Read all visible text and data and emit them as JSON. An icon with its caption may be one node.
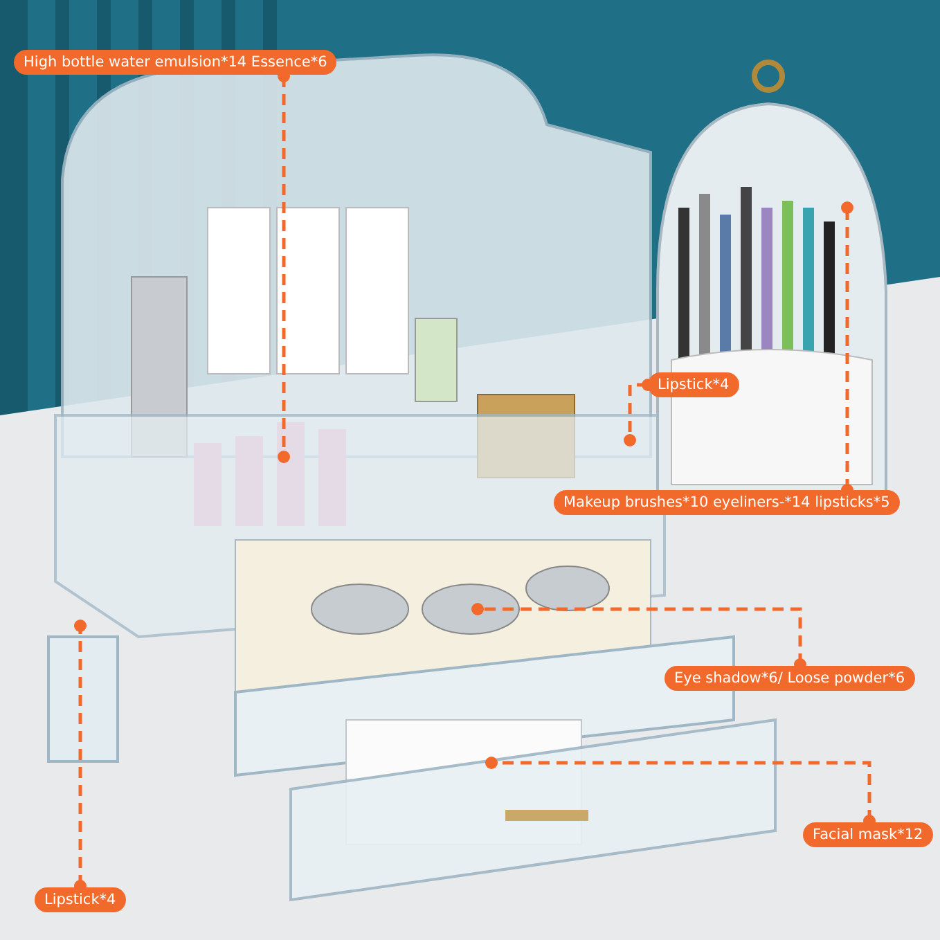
{
  "diagram": {
    "nodes": [
      {
        "text": [
          "High bottle water emulsion*14 Essence*6"
        ]
      },
      {
        "text": [
          "Lipstick*4"
        ]
      },
      {
        "text": [
          "Makeup brushes*10  eyeliners-*14  lipsticks*5"
        ]
      },
      {
        "text": [
          "Eye shadow*6/ Loose powder*6"
        ]
      },
      {
        "text": [
          "Facial mask*12"
        ]
      },
      {
        "text": [
          "Lipstick*4"
        ]
      }
    ],
    "edges": [
      {
        "from": 0,
        "to": null,
        "arrow": "other",
        "style": "dashed"
      },
      {
        "from": 1,
        "to": null,
        "arrow": "other",
        "style": "dashed"
      },
      {
        "from": 2,
        "to": null,
        "arrow": "other",
        "style": "dashed"
      },
      {
        "from": 3,
        "to": null,
        "arrow": "other",
        "style": "dashed"
      },
      {
        "from": 4,
        "to": null,
        "arrow": "other",
        "style": "dashed"
      },
      {
        "from": 5,
        "to": null,
        "arrow": "other",
        "style": "dashed"
      }
    ]
  }
}
